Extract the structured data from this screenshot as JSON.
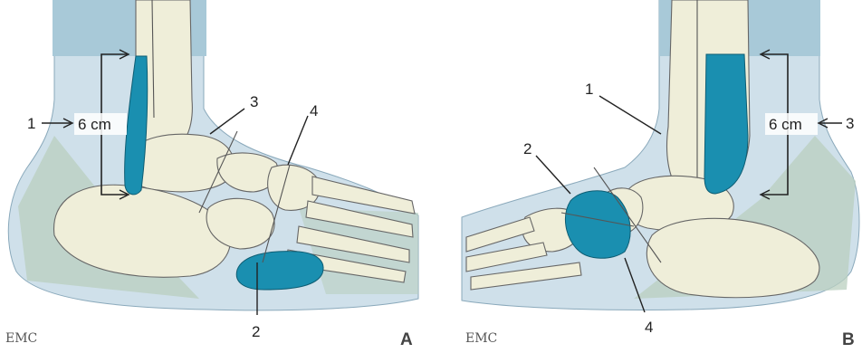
{
  "panel_a": {
    "measure": "6 cm",
    "labels": [
      "1",
      "2",
      "3",
      "4"
    ],
    "panel_letter": "A",
    "logo_text": "EMC"
  },
  "panel_b": {
    "measure": "6 cm",
    "labels": [
      "1",
      "2",
      "3",
      "4"
    ],
    "panel_letter": "B",
    "logo_text": "EMC"
  },
  "colors": {
    "soft_tissue": "#cfe0ea",
    "shin_band": "#a8c9d8",
    "bone": "#efeed9",
    "lesion": "#1a8fb0",
    "triangle_overlay": "#b9cfbf"
  }
}
